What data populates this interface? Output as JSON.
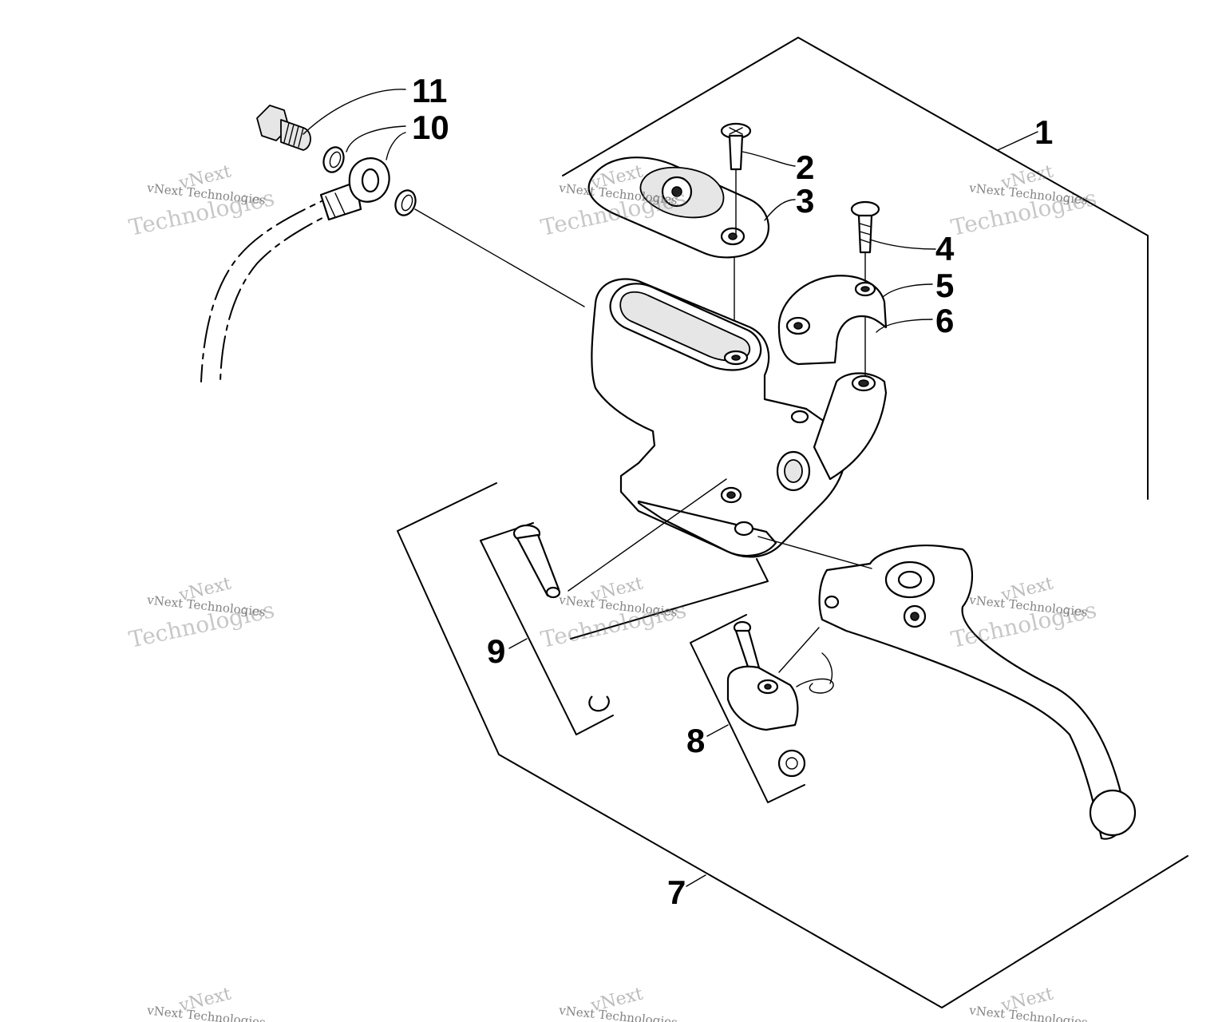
{
  "callouts": {
    "c1": "1",
    "c2": "2",
    "c3": "3",
    "c4": "4",
    "c5": "5",
    "c6": "6",
    "c7": "7",
    "c8": "8",
    "c9": "9",
    "c10": "10",
    "c11": "11"
  },
  "watermark": {
    "line1": "vNext",
    "line2": "vNext Technologies",
    "line3": "Technologies"
  },
  "colors": {
    "line": "#000000",
    "background": "#ffffff",
    "watermark": "#5a5a5a"
  }
}
